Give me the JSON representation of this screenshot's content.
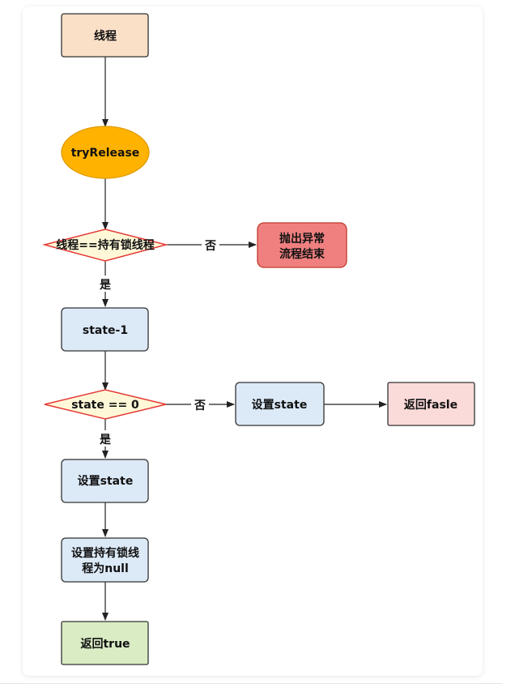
{
  "nodes": {
    "thread": "线程",
    "try_release": "tryRelease",
    "check_owner": "线程==持有锁线程",
    "throw_line1": "抛出异常",
    "throw_line2": "流程结束",
    "state_minus": "state-1",
    "check_state": "state == 0",
    "set_state_no": "设置state",
    "return_false": "返回fasle",
    "set_state_yes": "设置state",
    "set_owner_line1": "设置持有锁线",
    "set_owner_line2": "程为null",
    "return_true": "返回true"
  },
  "edges": {
    "no_1": "否",
    "yes_1": "是",
    "no_2": "否",
    "yes_2": "是"
  },
  "colors": {
    "orange_fill": "#fbe0c8",
    "yellow_fill": "#ffb300",
    "red_fill": "#f08080",
    "blue_fill": "#dce9f7",
    "pink_fill": "#fbdada",
    "green_fill": "#d9ecc4",
    "diamond_fill": "#fff8d8",
    "diamond_stroke": "#e53935"
  }
}
